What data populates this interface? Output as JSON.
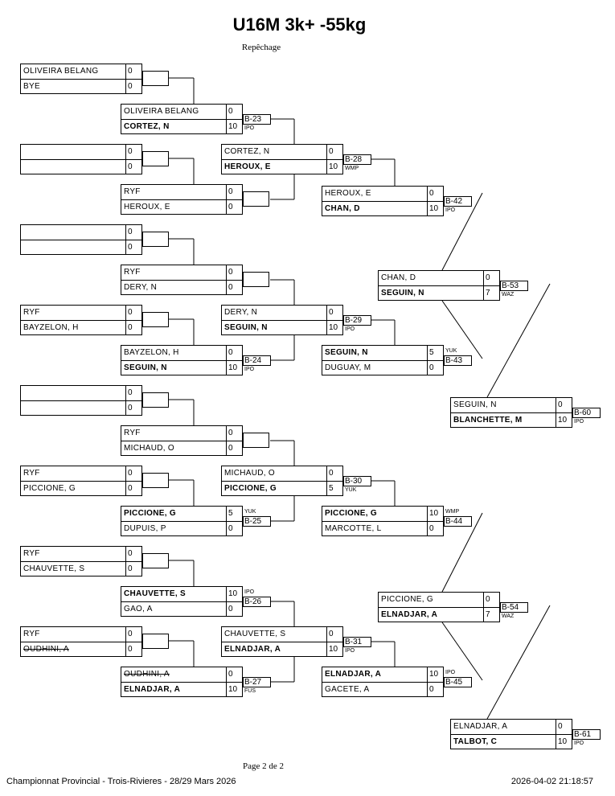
{
  "header": {
    "title": "U16M 3k+ -55kg",
    "subtitle": "Repêchage"
  },
  "footer": {
    "page": "Page 2 de 2",
    "event": "Championnat Provincial - Trois-Rivieres -  28/29 Mars 2026",
    "timestamp": "2026-04-02 21:18:57"
  },
  "round1": [
    {
      "top": {
        "name": "OLIVEIRA BELANG",
        "score": "0"
      },
      "bottom": {
        "name": "BYE",
        "score": "0"
      }
    },
    {
      "top": {
        "name": "",
        "score": "0"
      },
      "bottom": {
        "name": "",
        "score": "0"
      }
    },
    {
      "top": {
        "name": "",
        "score": "0"
      },
      "bottom": {
        "name": "",
        "score": "0"
      }
    },
    {
      "top": {
        "name": "RYF",
        "score": "0"
      },
      "bottom": {
        "name": "BAYZELON, H",
        "score": "0"
      }
    },
    {
      "top": {
        "name": "",
        "score": "0"
      },
      "bottom": {
        "name": "",
        "score": "0"
      }
    },
    {
      "top": {
        "name": "RYF",
        "score": "0"
      },
      "bottom": {
        "name": "PICCIONE, G",
        "score": "0"
      }
    },
    {
      "top": {
        "name": "RYF",
        "score": "0"
      },
      "bottom": {
        "name": "CHAUVETTE, S",
        "score": "0"
      }
    },
    {
      "top": {
        "name": "RYF",
        "score": "0"
      },
      "bottom": {
        "name": "OUDHINI, A",
        "score": "0",
        "struck": true
      }
    }
  ],
  "round2": [
    {
      "top": {
        "name": "OLIVEIRA BELANG",
        "score": "0"
      },
      "bottom": {
        "name": "CORTEZ, N",
        "score": "10",
        "winner": true
      },
      "match": "B-23",
      "note": "IPO"
    },
    {
      "top": {
        "name": "RYF",
        "score": "0"
      },
      "bottom": {
        "name": "HEROUX, E",
        "score": "0"
      },
      "match": "",
      "note": ""
    },
    {
      "top": {
        "name": "RYF",
        "score": "0"
      },
      "bottom": {
        "name": "DERY, N",
        "score": "0"
      },
      "match": "",
      "note": ""
    },
    {
      "top": {
        "name": "BAYZELON, H",
        "score": "0"
      },
      "bottom": {
        "name": "SEGUIN, N",
        "score": "10",
        "winner": true
      },
      "match": "B-24",
      "note": "IPO"
    },
    {
      "top": {
        "name": "RYF",
        "score": "0"
      },
      "bottom": {
        "name": "MICHAUD, O",
        "score": "0"
      },
      "match": "",
      "note": ""
    },
    {
      "top": {
        "name": "PICCIONE, G",
        "score": "5",
        "winner": true
      },
      "bottom": {
        "name": "DUPUIS, P",
        "score": "0"
      },
      "match": "B-25",
      "note": "YUK",
      "note_top": true
    },
    {
      "top": {
        "name": "CHAUVETTE, S",
        "score": "10",
        "winner": true
      },
      "bottom": {
        "name": "GAO, A",
        "score": "0"
      },
      "match": "B-26",
      "note": "IPO",
      "note_top": true
    },
    {
      "top": {
        "name": "OUDHINI, A",
        "score": "0",
        "struck": true
      },
      "bottom": {
        "name": "ELNADJAR, A",
        "score": "10",
        "winner": true
      },
      "match": "B-27",
      "note": "FUS"
    }
  ],
  "round3": [
    {
      "top": {
        "name": "CORTEZ, N",
        "score": "0"
      },
      "bottom": {
        "name": "HEROUX, E",
        "score": "10",
        "winner": true
      },
      "match": "B-28",
      "note": "WMP"
    },
    {
      "top": {
        "name": "DERY, N",
        "score": "0"
      },
      "bottom": {
        "name": "SEGUIN, N",
        "score": "10",
        "winner": true
      },
      "match": "B-29",
      "note": "IPO"
    },
    {
      "top": {
        "name": "MICHAUD, O",
        "score": "0"
      },
      "bottom": {
        "name": "PICCIONE, G",
        "score": "5",
        "winner": true
      },
      "match": "B-30",
      "note": "YUK"
    },
    {
      "top": {
        "name": "CHAUVETTE, S",
        "score": "0"
      },
      "bottom": {
        "name": "ELNADJAR, A",
        "score": "10",
        "winner": true
      },
      "match": "B-31",
      "note": "IPO"
    }
  ],
  "round4": [
    {
      "top": {
        "name": "HEROUX, E",
        "score": "0"
      },
      "bottom": {
        "name": "CHAN, D",
        "score": "10",
        "winner": true
      },
      "match": "B-42",
      "note": "IPO"
    },
    {
      "top": {
        "name": "SEGUIN, N",
        "score": "5",
        "winner": true
      },
      "bottom": {
        "name": "DUGUAY, M",
        "score": "0"
      },
      "match": "B-43",
      "note": "YUK",
      "note_top": true
    },
    {
      "top": {
        "name": "PICCIONE, G",
        "score": "10",
        "winner": true
      },
      "bottom": {
        "name": "MARCOTTE, L",
        "score": "0"
      },
      "match": "B-44",
      "note": "WMP",
      "note_top": true
    },
    {
      "top": {
        "name": "ELNADJAR, A",
        "score": "10",
        "winner": true
      },
      "bottom": {
        "name": "GACETE, A",
        "score": "0"
      },
      "match": "B-45",
      "note": "IPO",
      "note_top": true
    }
  ],
  "round5": [
    {
      "top": {
        "name": "CHAN, D",
        "score": "0"
      },
      "bottom": {
        "name": "SEGUIN, N",
        "score": "7",
        "winner": true
      },
      "match": "B-53",
      "note": "WAZ"
    },
    {
      "top": {
        "name": "PICCIONE, G",
        "score": "0"
      },
      "bottom": {
        "name": "ELNADJAR, A",
        "score": "7",
        "winner": true
      },
      "match": "B-54",
      "note": "WAZ"
    }
  ],
  "round6": [
    {
      "top": {
        "name": "SEGUIN, N",
        "score": "0"
      },
      "bottom": {
        "name": "BLANCHETTE, M",
        "score": "10",
        "winner": true
      },
      "match": "B-60",
      "note": "IPO"
    },
    {
      "top": {
        "name": "ELNADJAR, A",
        "score": "0"
      },
      "bottom": {
        "name": "TALBOT, C",
        "score": "10",
        "winner": true
      },
      "match": "B-61",
      "note": "IPO"
    }
  ]
}
